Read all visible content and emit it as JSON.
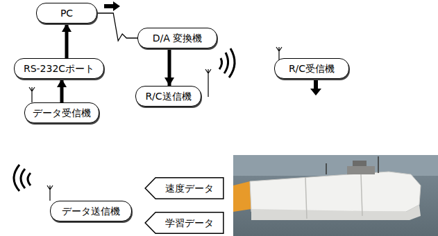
{
  "diagram": {
    "nodes": [
      {
        "text": [
          "PC"
        ]
      },
      {
        "text": [
          "D/A 変換機"
        ]
      },
      {
        "text": [
          "RS-232Cポート"
        ]
      },
      {
        "text": [
          "R/C送信機"
        ]
      },
      {
        "text": [
          "R/C受信機"
        ]
      },
      {
        "text": [
          "データ受信機"
        ]
      },
      {
        "text": [
          "速度データ"
        ]
      },
      {
        "text": [
          "データ送信機"
        ]
      },
      {
        "text": [
          "学習データ"
        ]
      }
    ],
    "edges": [
      {
        "from": 5,
        "to": 2,
        "arrow": "to"
      },
      {
        "from": 2,
        "to": 0,
        "arrow": "to"
      },
      {
        "from": 0,
        "to": 1,
        "arrow": "none"
      },
      {
        "from": 1,
        "to": 3,
        "arrow": "to"
      }
    ]
  }
}
